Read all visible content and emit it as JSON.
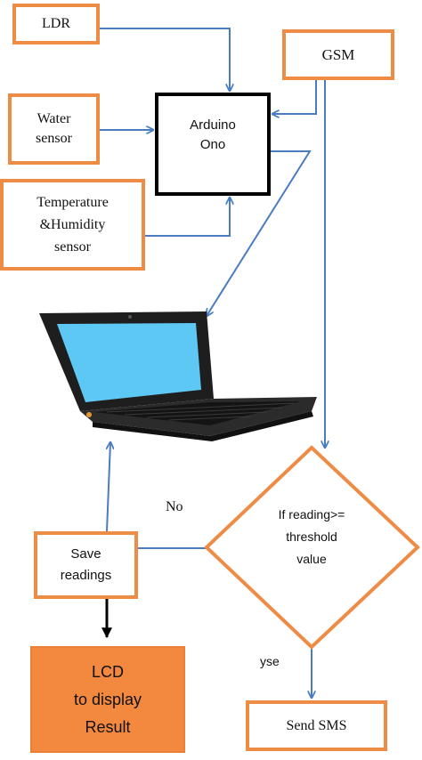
{
  "nodes": {
    "ldr": "LDR",
    "gsm": "GSM",
    "water": "Water\nsensor",
    "temp": "Temperature\n&Humidity\nsensor",
    "arduino": "Arduino\nOno",
    "save": "Save\nreadings",
    "decision": "If reading>=\nthreshold\nvalue",
    "lcd": "LCD\nto display\nResult",
    "sms": "Send SMS"
  },
  "edge_labels": {
    "no": "No",
    "yes": "yse"
  },
  "colors": {
    "box_border": "#ee8c45",
    "arrow": "#4a7cc0",
    "lcd_fill": "#f3883f",
    "screen": "#5ec8f5"
  },
  "icons": {
    "laptop": "laptop-icon"
  }
}
